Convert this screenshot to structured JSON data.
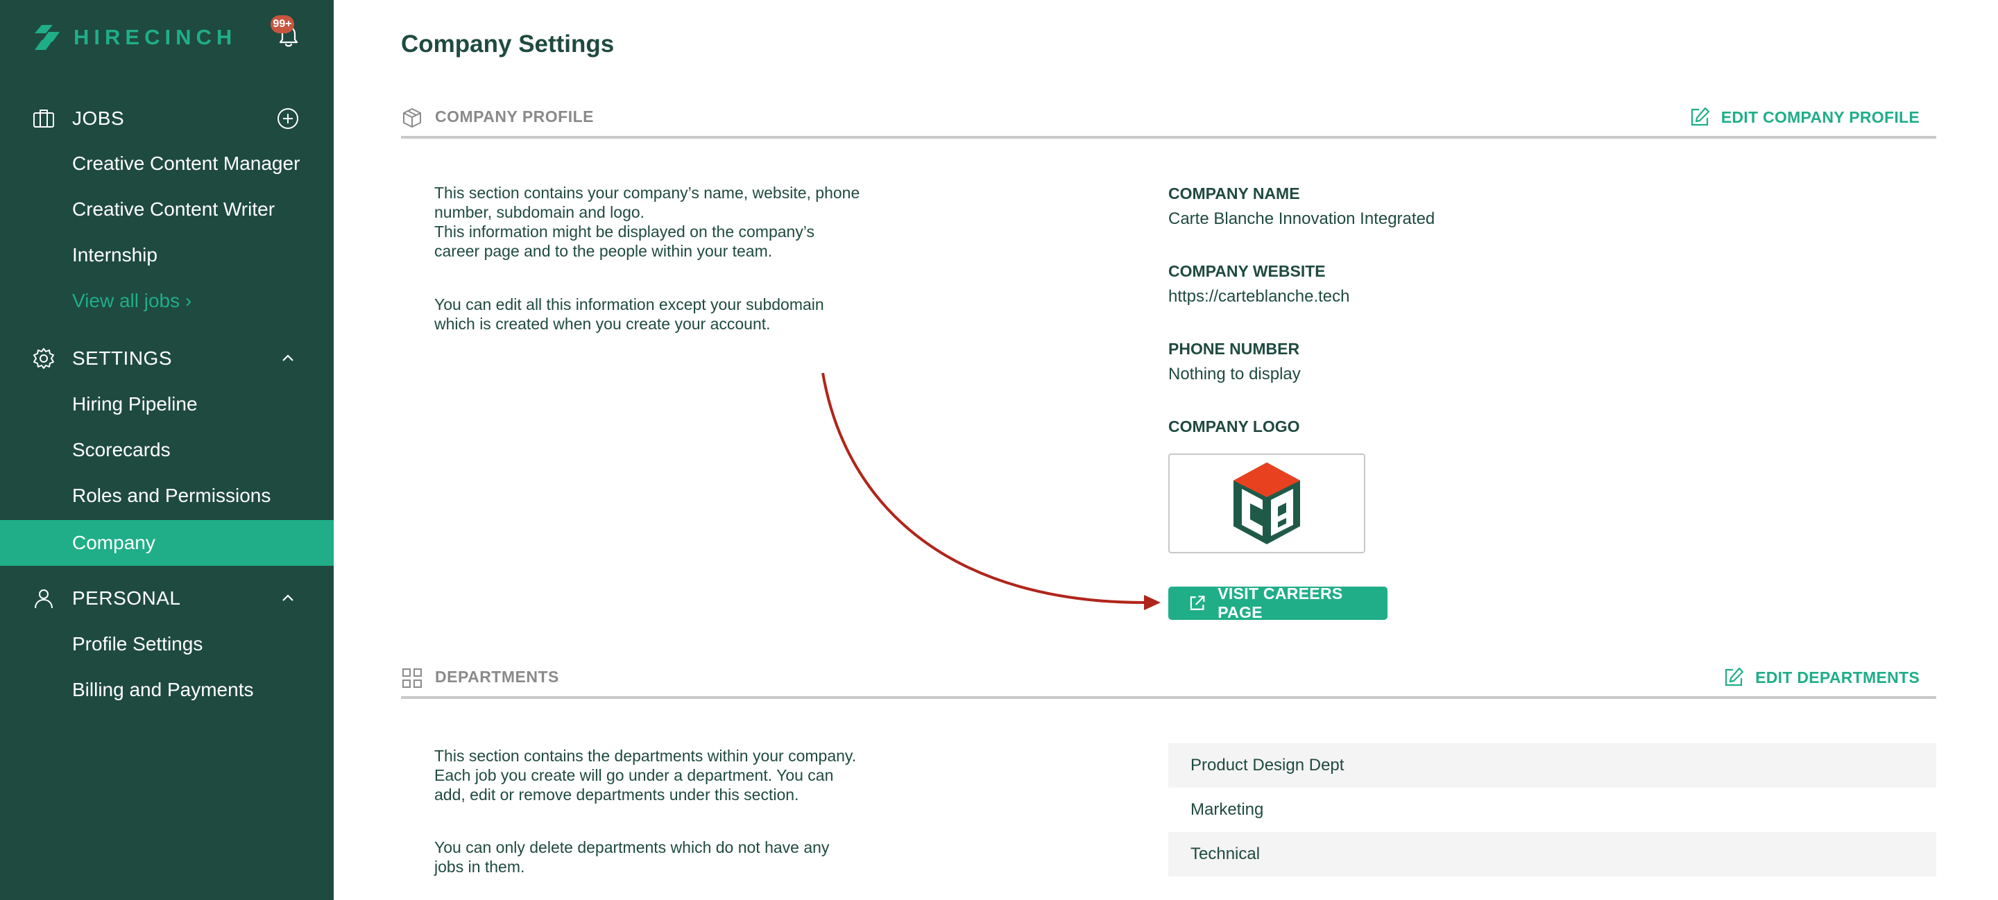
{
  "app": {
    "brand": "HIRECINCH",
    "notifications_badge": "99+",
    "accent_color": "#1fae88",
    "sidebar_color": "#1f4a40"
  },
  "sidebar": {
    "jobs": {
      "label": "JOBS",
      "icon": "briefcase-icon",
      "action_icon": "add-circle-icon",
      "items": [
        {
          "label": "Creative Content Manager"
        },
        {
          "label": "Creative Content Writer"
        },
        {
          "label": "Internship"
        }
      ],
      "view_all": "View all jobs ›"
    },
    "settings": {
      "label": "SETTINGS",
      "icon": "gear-icon",
      "action_icon": "chevron-up-icon",
      "items": [
        {
          "label": "Hiring Pipeline"
        },
        {
          "label": "Scorecards"
        },
        {
          "label": "Roles and Permissions"
        },
        {
          "label": "Company",
          "active": true
        }
      ]
    },
    "personal": {
      "label": "PERSONAL",
      "icon": "user-icon",
      "action_icon": "chevron-up-icon",
      "items": [
        {
          "label": "Profile Settings"
        },
        {
          "label": "Billing and Payments"
        }
      ]
    }
  },
  "main": {
    "title": "Company Settings",
    "company_profile": {
      "heading": "COMPANY PROFILE",
      "icon": "cube-icon",
      "edit_label": "EDIT COMPANY PROFILE",
      "description": [
        "This section contains your company’s name, website, phone",
        "number, subdomain and logo.",
        "This information might be displayed on the company’s",
        "career page and to the people within your team."
      ],
      "description_2": [
        "You can edit all this information except your subdomain",
        "which is created when you create your account."
      ],
      "fields": {
        "name_label": "COMPANY NAME",
        "name_value": "Carte Blanche Innovation Integrated",
        "website_label": "COMPANY WEBSITE",
        "website_value": "https://carteblanche.tech",
        "phone_label": "PHONE NUMBER",
        "phone_value": "Nothing to display",
        "logo_label": "COMPANY LOGO"
      },
      "careers_button": "VISIT CAREERS PAGE"
    },
    "departments": {
      "heading": "DEPARTMENTS",
      "icon": "grid-icon",
      "edit_label": "EDIT DEPARTMENTS",
      "description": [
        "This section contains the departments within your company.",
        "Each job you create will go under a department. You can",
        "add, edit or remove departments under this section."
      ],
      "description_2": [
        "You can only delete departments which do not have any",
        "jobs in them."
      ],
      "list": [
        "Product Design Dept",
        "Marketing",
        "Technical"
      ]
    }
  }
}
